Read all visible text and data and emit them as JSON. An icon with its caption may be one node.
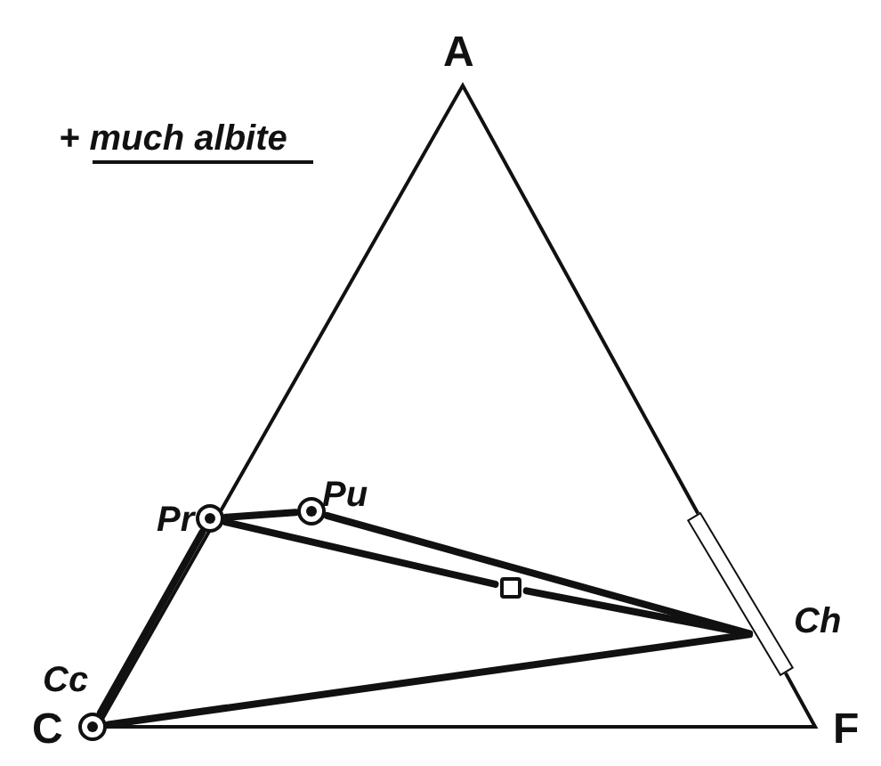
{
  "diagram": {
    "nodes": [
      {
        "text": [],
        "shape": "circle",
        "beside": [
          "Pr"
        ]
      },
      {
        "text": [],
        "shape": "circle",
        "beside": [
          "Pu"
        ]
      },
      {
        "text": [],
        "shape": "circle",
        "beside": [
          "Cc"
        ]
      },
      {
        "text": [],
        "shape": "bar",
        "beside": [
          "Ch"
        ]
      },
      {
        "text": [],
        "shape": "box"
      }
    ],
    "edges": [
      {
        "from": 0,
        "to": 1,
        "arrow": "none"
      },
      {
        "from": 1,
        "to": 3,
        "arrow": "none"
      },
      {
        "from": 0,
        "to": 4,
        "arrow": "none"
      },
      {
        "from": 4,
        "to": 3,
        "arrow": "none"
      },
      {
        "from": 2,
        "to": 0,
        "arrow": "none"
      },
      {
        "from": 2,
        "to": 3,
        "arrow": "none"
      }
    ],
    "labels": [
      "A",
      "+ much albite",
      "C",
      "F"
    ]
  }
}
